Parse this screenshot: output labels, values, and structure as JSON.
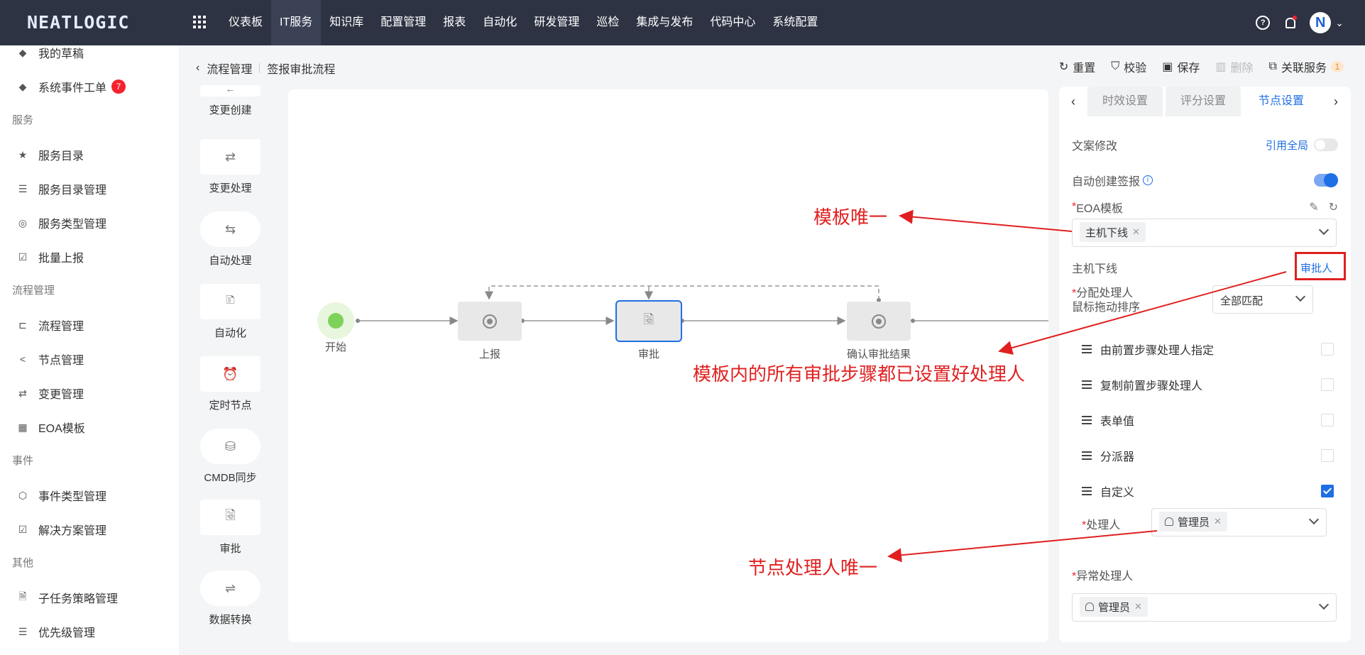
{
  "app": {
    "logo": "NEATLOGIC"
  },
  "topnav": {
    "items": [
      "仪表板",
      "IT服务",
      "知识库",
      "配置管理",
      "报表",
      "自动化",
      "研发管理",
      "巡检",
      "集成与发布",
      "代码中心",
      "系统配置"
    ],
    "active_index": 1,
    "help_icon": "?"
  },
  "sidebar": {
    "drafts": "我的草稿",
    "sys_event": {
      "label": "系统事件工单",
      "badge": "7"
    },
    "group_service": "服务",
    "service_items": [
      "服务目录",
      "服务目录管理",
      "服务类型管理",
      "批量上报"
    ],
    "group_flow": "流程管理",
    "flow_items": [
      "流程管理",
      "节点管理",
      "变更管理",
      "EOA模板"
    ],
    "group_event": "事件",
    "event_items": [
      "事件类型管理",
      "解决方案管理"
    ],
    "group_other": "其他",
    "other_items": [
      "子任务策略管理",
      "优先级管理"
    ]
  },
  "breadcrumb": {
    "parent": "流程管理",
    "current": "签报审批流程"
  },
  "toolbar": {
    "reset": "重置",
    "validate": "校验",
    "save": "保存",
    "delete": "删除",
    "related": "关联服务",
    "related_count": "1"
  },
  "palette": [
    "变更创建",
    "变更处理",
    "自动处理",
    "自动化",
    "定时节点",
    "CMDB同步",
    "审批",
    "数据转换"
  ],
  "flow": {
    "start": "开始",
    "report": "上报",
    "approve": "审批",
    "confirm": "确认审批结果"
  },
  "panel": {
    "tabs": [
      "时效设置",
      "评分设置",
      "节点设置"
    ],
    "active_tab": 2,
    "copy_edit": "文案修改",
    "cite_global": "引用全局",
    "auto_create": "自动创建签报",
    "eoa_template": "EOA模板",
    "eoa_value": "主机下线",
    "host_offline": "主机下线",
    "approver_link": "审批人",
    "assign_label": "分配处理人",
    "drag_hint": "鼠标拖动排序",
    "match_value": "全部匹配",
    "options": [
      {
        "label": "由前置步骤处理人指定",
        "checked": false
      },
      {
        "label": "复制前置步骤处理人",
        "checked": false
      },
      {
        "label": "表单值",
        "checked": false
      },
      {
        "label": "分派器",
        "checked": false
      },
      {
        "label": "自定义",
        "checked": true
      }
    ],
    "handler_label": "处理人",
    "handler_value": "管理员",
    "exception_label": "异常处理人",
    "exception_value": "管理员"
  },
  "annotations": {
    "template_unique": "模板唯一",
    "all_steps_set": "模板内的所有审批步骤都已设置好处理人",
    "node_handler_unique": "节点处理人唯一"
  }
}
